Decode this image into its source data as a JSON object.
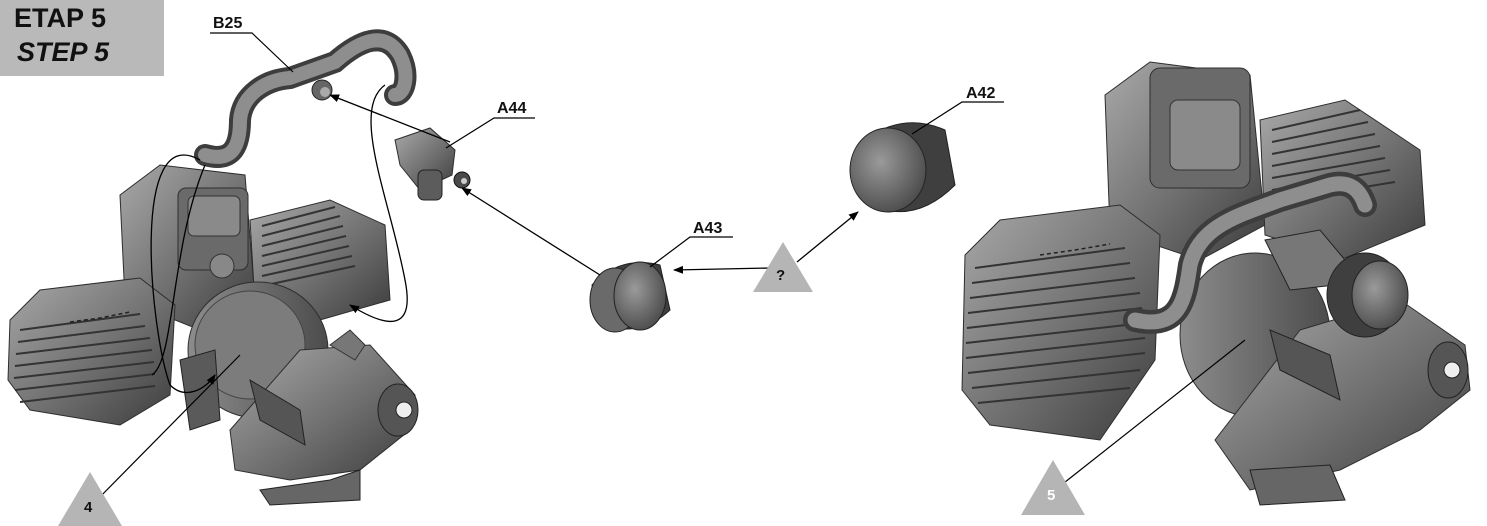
{
  "step": {
    "polish": "ETAP 5",
    "english": "STEP 5"
  },
  "parts": {
    "b25": "B25",
    "a44": "A44",
    "a42": "A42",
    "a43": "A43"
  },
  "markers": {
    "question": "?",
    "left_ref": "4",
    "right_ref": "5"
  },
  "colors": {
    "metal_dark": "#505050",
    "metal_mid": "#7d7d7d",
    "metal_light": "#a8a8a8",
    "marker_gray": "#b5b5b5",
    "step_bg": "#b9b9b9"
  }
}
